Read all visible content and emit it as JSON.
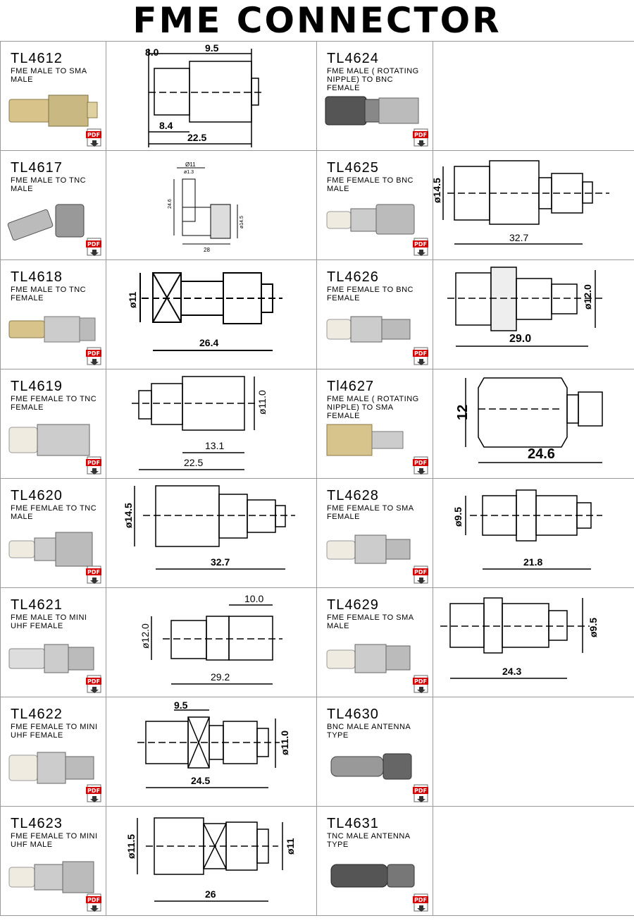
{
  "page": {
    "title": "FME CONNECTOR"
  },
  "pdf_label": "PDF",
  "products": [
    {
      "code": "TL4612",
      "desc": "FME MALE TO SMA MALE",
      "dims": [
        "8.0",
        "9.5",
        "8.4",
        "22.5"
      ]
    },
    {
      "code": "TL4624",
      "desc": "FME MALE ( ROTATING NIPPLE) TO BNC FEMALE",
      "dims": []
    },
    {
      "code": "TL4617",
      "desc": "FME MALE TO TNC MALE",
      "dims": [
        "Ø11",
        "ø1.3",
        "24.6",
        "ø14.5",
        "28"
      ]
    },
    {
      "code": "TL4625",
      "desc": "FME FEMALE TO BNC MALE",
      "dims": [
        "ø14.5",
        "32.7"
      ]
    },
    {
      "code": "TL4618",
      "desc": "FME MALE TO TNC FEMALE",
      "dims": [
        "ø11",
        "26.4"
      ]
    },
    {
      "code": "TL4626",
      "desc": "FME FEMALE TO BNC FEMALE",
      "dims": [
        "ø12.0",
        "29.0"
      ]
    },
    {
      "code": "TL4619",
      "desc": "FME FEMALE TO TNC FEMALE",
      "dims": [
        "ø11.0",
        "13.1",
        "22.5"
      ]
    },
    {
      "code": "Tl4627",
      "desc": "FME MALE ( ROTATING NIPPLE) TO SMA FEMALE",
      "dims": [
        "12",
        "24.6"
      ]
    },
    {
      "code": "TL4620",
      "desc": "FME FEMLAE TO TNC MALE",
      "dims": [
        "ø14.5",
        "32.7"
      ]
    },
    {
      "code": "TL4628",
      "desc": "FME FEMALE TO SMA FEMALE",
      "dims": [
        "ø9.5",
        "21.8"
      ]
    },
    {
      "code": "TL4621",
      "desc": "FME MALE TO MINI UHF FEMALE",
      "dims": [
        "10.0",
        "ø12.0",
        "29.2"
      ]
    },
    {
      "code": "TL4629",
      "desc": "FME FEMALE TO SMA MALE",
      "dims": [
        "ø9.5",
        "24.3"
      ]
    },
    {
      "code": "TL4622",
      "desc": "FME FEMALE TO MINI UHF FEMALE",
      "dims": [
        "9.5",
        "ø11.0",
        "24.5"
      ]
    },
    {
      "code": "TL4630",
      "desc": "BNC MALE ANTENNA TYPE",
      "dims": []
    },
    {
      "code": "TL4623",
      "desc": "FME FEMALE TO MINI UHF MALE",
      "dims": [
        "ø11.5",
        "ø11",
        "26"
      ]
    },
    {
      "code": "TL4631",
      "desc": "TNC MALE ANTENNA TYPE",
      "dims": []
    }
  ]
}
